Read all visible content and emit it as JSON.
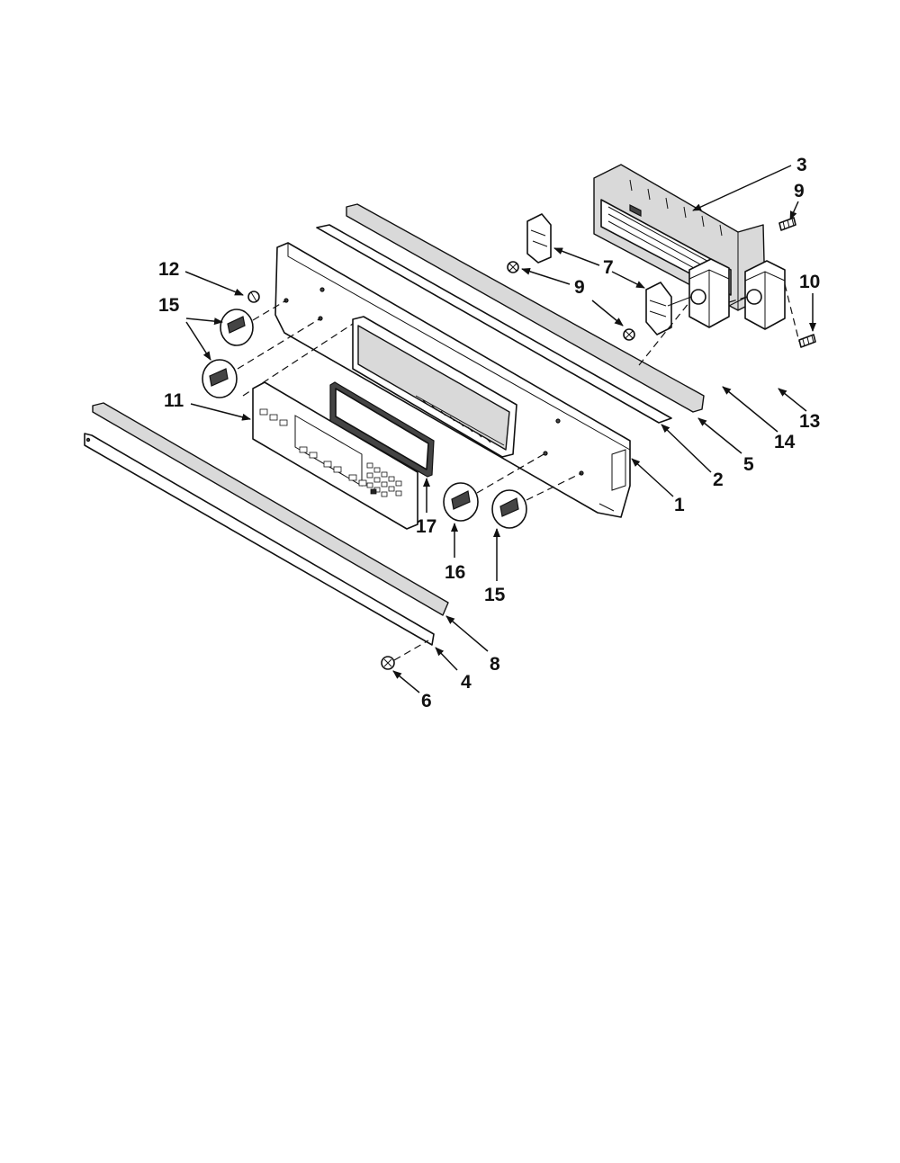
{
  "callouts": [
    {
      "id": "c3",
      "label": "3"
    },
    {
      "id": "c9a",
      "label": "9"
    },
    {
      "id": "c12",
      "label": "12"
    },
    {
      "id": "c7",
      "label": "7"
    },
    {
      "id": "c9b",
      "label": "9"
    },
    {
      "id": "c10",
      "label": "10"
    },
    {
      "id": "c15a",
      "label": "15"
    },
    {
      "id": "c11",
      "label": "11"
    },
    {
      "id": "c13",
      "label": "13"
    },
    {
      "id": "c14",
      "label": "14"
    },
    {
      "id": "c5",
      "label": "5"
    },
    {
      "id": "c2",
      "label": "2"
    },
    {
      "id": "c1",
      "label": "1"
    },
    {
      "id": "c17",
      "label": "17"
    },
    {
      "id": "c16",
      "label": "16"
    },
    {
      "id": "c15b",
      "label": "15"
    },
    {
      "id": "c8",
      "label": "8"
    },
    {
      "id": "c4",
      "label": "4"
    },
    {
      "id": "c6",
      "label": "6"
    }
  ]
}
